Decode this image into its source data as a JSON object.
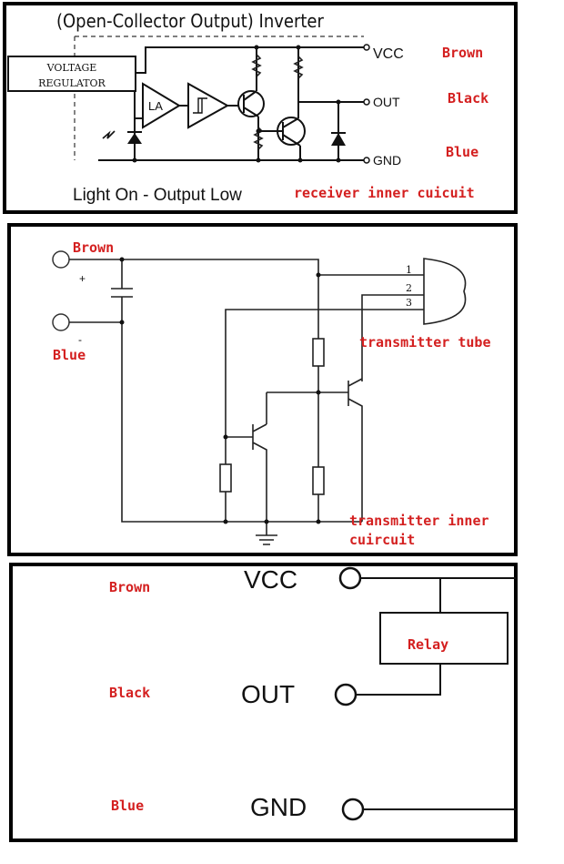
{
  "panel1": {
    "title": "(Open-Collector Output) Inverter",
    "voltage_regulator": [
      "VOLTAGE",
      "REGULATOR"
    ],
    "amp_label": "LA",
    "pins": {
      "vcc": "VCC",
      "out": "OUT",
      "gnd": "GND"
    },
    "wires": {
      "vcc": "Brown",
      "out": "Black",
      "gnd": "Blue"
    },
    "caption": "Light On - Output Low",
    "subtitle": "receiver inner cuicuit"
  },
  "panel2": {
    "wires": {
      "plus": "Brown",
      "minus": "Blue"
    },
    "plus_sign": "+",
    "minus_sign": "-",
    "tube_pins": [
      "1",
      "2",
      "3"
    ],
    "tube_label": "transmitter tube",
    "subtitle": [
      "transmitter inner",
      "cuircuit"
    ]
  },
  "panel3": {
    "wires": {
      "vcc": "Brown",
      "out": "Black",
      "gnd": "Blue"
    },
    "pins": {
      "vcc": "VCC",
      "out": "OUT",
      "gnd": "GND"
    },
    "relay": "Relay"
  }
}
